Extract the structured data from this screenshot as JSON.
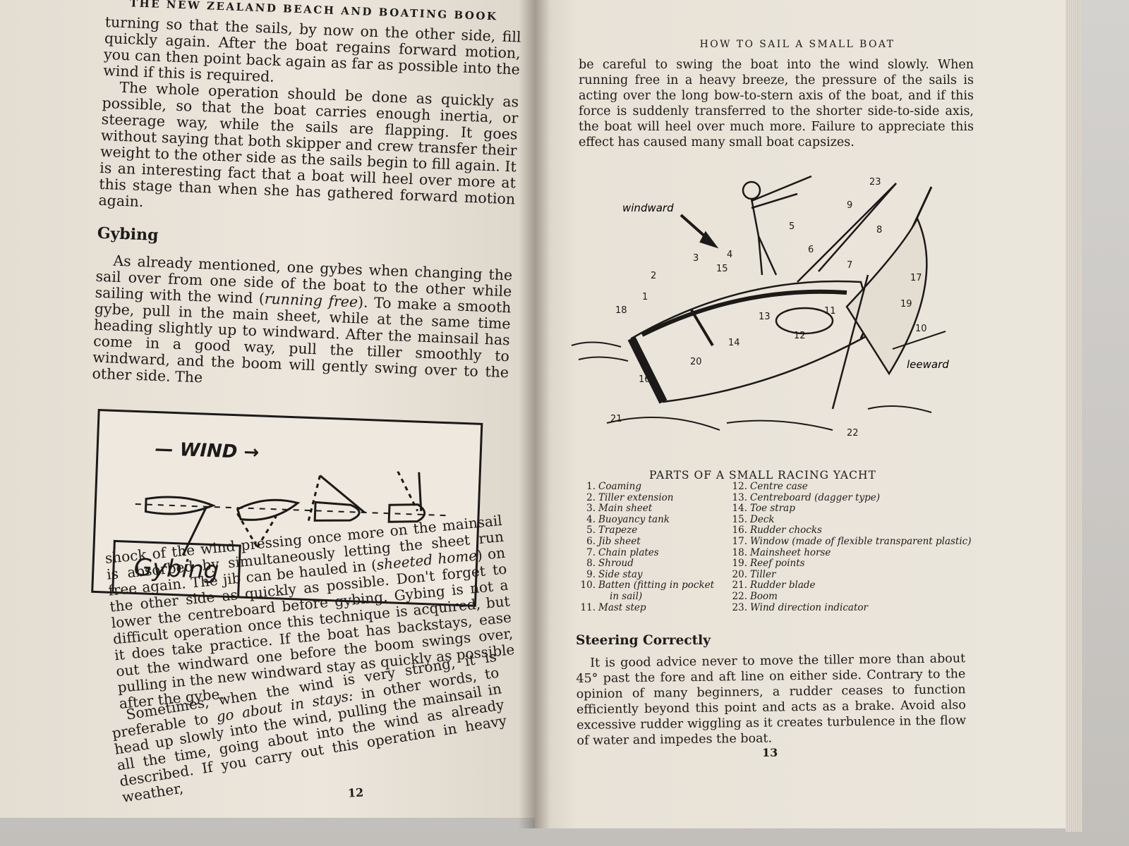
{
  "left_page": {
    "running_head": "THE NEW ZEALAND BEACH AND BOATING BOOK",
    "para1": "turning so that the sails, by now on the other side, fill quickly again. After the boat regains forward motion, you can then point back again as far as possible into the wind if this is required.",
    "para2": "The whole operation should be done as quickly as possible, so that the boat carries enough inertia, or steerage way, while the sails are flapping. It goes without saying that both skipper and crew transfer their weight to the other side as the sails begin to fill again. It is an interesting fact that a boat will heel over more at this stage than when she has gathered forward motion again.",
    "heading": "Gybing",
    "para3_a": "As already mentioned, one gybes when changing the sail over from one side of the boat to the other while sailing with the wind (",
    "para3_em": "running free",
    "para3_b": "). To make a smooth gybe, pull in the main sheet, while at the same time heading slightly up to windward. After the mainsail has come in a good way, pull the tiller smoothly to windward, and the boom will gently swing over to the other side. The",
    "figure": {
      "wind_label": "— WIND →",
      "gybing_label": "Gybing"
    },
    "para4_a": "shock of the wind pressing once more on the mainsail is absorbed by simultaneously letting the sheet run free again. The jib can be hauled in (",
    "para4_em": "sheeted home",
    "para4_b": ") on the other side as quickly as possible. Don't forget to lower the centreboard before gybing. Gybing is not a difficult operation once this technique is acquired, but it does take practice. If the boat has backstays, ease out the windward one before the boom swings over, pulling in the new windward stay as quickly as possible after the gybe.",
    "para5_a": "Sometimes, when the wind is very strong, it is preferable to ",
    "para5_em": "go about in stays:",
    "para5_b": " in other words, to head up slowly into the wind, pulling the mainsail in all the time, going about into the wind as already described. If you carry out this operation in heavy weather,",
    "page_number": "12"
  },
  "right_page": {
    "running_head": "HOW TO SAIL A SMALL BOAT",
    "para1": "be careful to swing the boat into the wind slowly. When running free in a heavy breeze, the pressure of the sails is acting over the long bow-to-stern axis of the boat, and if this force is suddenly transferred to the shorter side-to-side axis, the boat will heel over much more. Failure to appreciate this effect has caused many small boat capsizes.",
    "diagram": {
      "windward": "windward",
      "leeward": "leeward",
      "numbers": [
        "1",
        "2",
        "3",
        "4",
        "5",
        "6",
        "7",
        "8",
        "9",
        "10",
        "11",
        "12",
        "13",
        "14",
        "15",
        "16",
        "17",
        "18",
        "19",
        "20",
        "21",
        "22",
        "23"
      ]
    },
    "caption": "PARTS OF A SMALL RACING YACHT",
    "parts_col1": [
      {
        "n": "1.",
        "label": "Coaming"
      },
      {
        "n": "2.",
        "label": "Tiller extension"
      },
      {
        "n": "3.",
        "label": "Main sheet"
      },
      {
        "n": "4.",
        "label": "Buoyancy tank"
      },
      {
        "n": "5.",
        "label": "Trapeze"
      },
      {
        "n": "6.",
        "label": "Jib sheet"
      },
      {
        "n": "7.",
        "label": "Chain plates"
      },
      {
        "n": "8.",
        "label": "Shroud"
      },
      {
        "n": "9.",
        "label": "Side stay"
      },
      {
        "n": "10.",
        "label": "Batten (fitting in pocket"
      },
      {
        "n": "",
        "label": "in sail)"
      },
      {
        "n": "11.",
        "label": "Mast step"
      }
    ],
    "parts_col2": [
      {
        "n": "12.",
        "label": "Centre case"
      },
      {
        "n": "13.",
        "label": "Centreboard (dagger type)"
      },
      {
        "n": "14.",
        "label": "Toe strap"
      },
      {
        "n": "15.",
        "label": "Deck"
      },
      {
        "n": "16.",
        "label": "Rudder chocks"
      },
      {
        "n": "17.",
        "label": "Window (made of flexible transparent plastic)"
      },
      {
        "n": "18.",
        "label": "Mainsheet horse"
      },
      {
        "n": "19.",
        "label": "Reef points"
      },
      {
        "n": "20.",
        "label": "Tiller"
      },
      {
        "n": "21.",
        "label": "Rudder blade"
      },
      {
        "n": "22.",
        "label": "Boom"
      },
      {
        "n": "23.",
        "label": "Wind direction indicator"
      }
    ],
    "heading": "Steering Correctly",
    "para2": "It is good advice never to move the tiller more than about 45° past the fore and aft line on either side. Contrary to the opinion of many beginners, a rudder ceases to function efficiently beyond this point and acts as a brake. Avoid also excessive rudder wiggling as it creates turbulence in the flow of water and impedes the boat.",
    "page_number": "13"
  }
}
